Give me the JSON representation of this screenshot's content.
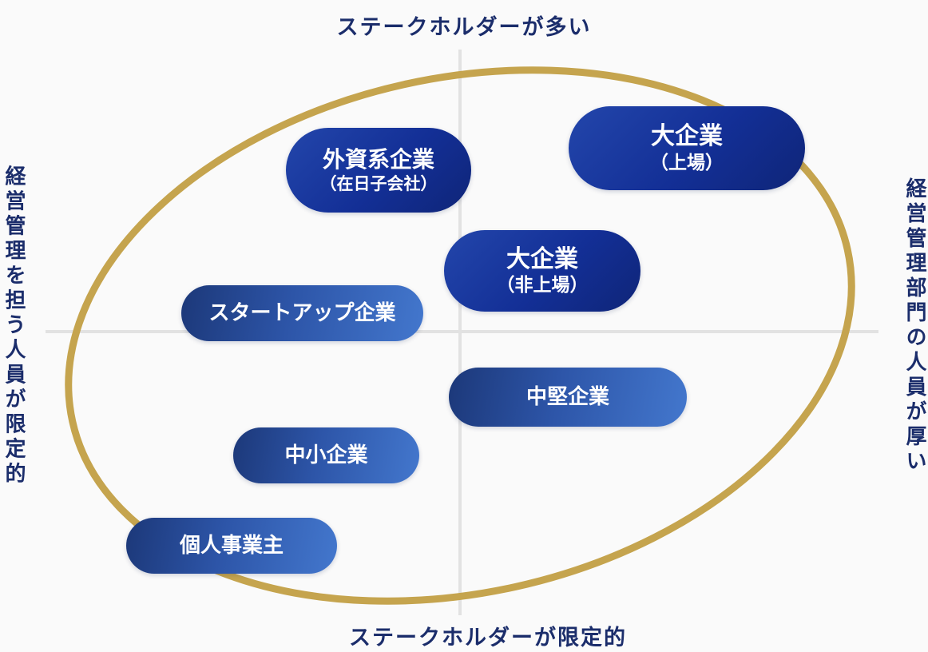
{
  "axes": {
    "top": "ステークホルダーが多い",
    "bottom": "ステークホルダーが限定的",
    "left": "経営管理を担う人員が限定的",
    "right": "経営管理部門の人員が厚い"
  },
  "colors": {
    "background": "#fafafa",
    "axis_line": "#e2e2e2",
    "axis_label_text": "#1b2d6b",
    "ellipse_stroke": "#c5a44e",
    "pill_dark_gradient": [
      "#2346ab",
      "#0f2578"
    ],
    "pill_light_gradient": [
      "#1c3879",
      "#4377cd"
    ],
    "pill_text": "#ffffff"
  },
  "items": [
    {
      "label": "大企業",
      "sublabel": "（上場）",
      "variant": "dark"
    },
    {
      "label": "外資系企業",
      "sublabel": "（在日子会社）",
      "variant": "dark"
    },
    {
      "label": "大企業",
      "sublabel": "（非上場）",
      "variant": "dark"
    },
    {
      "label": "スタートアップ企業",
      "sublabel": "",
      "variant": "light"
    },
    {
      "label": "中堅企業",
      "sublabel": "",
      "variant": "light"
    },
    {
      "label": "中小企業",
      "sublabel": "",
      "variant": "light"
    },
    {
      "label": "個人事業主",
      "sublabel": "",
      "variant": "light"
    }
  ]
}
